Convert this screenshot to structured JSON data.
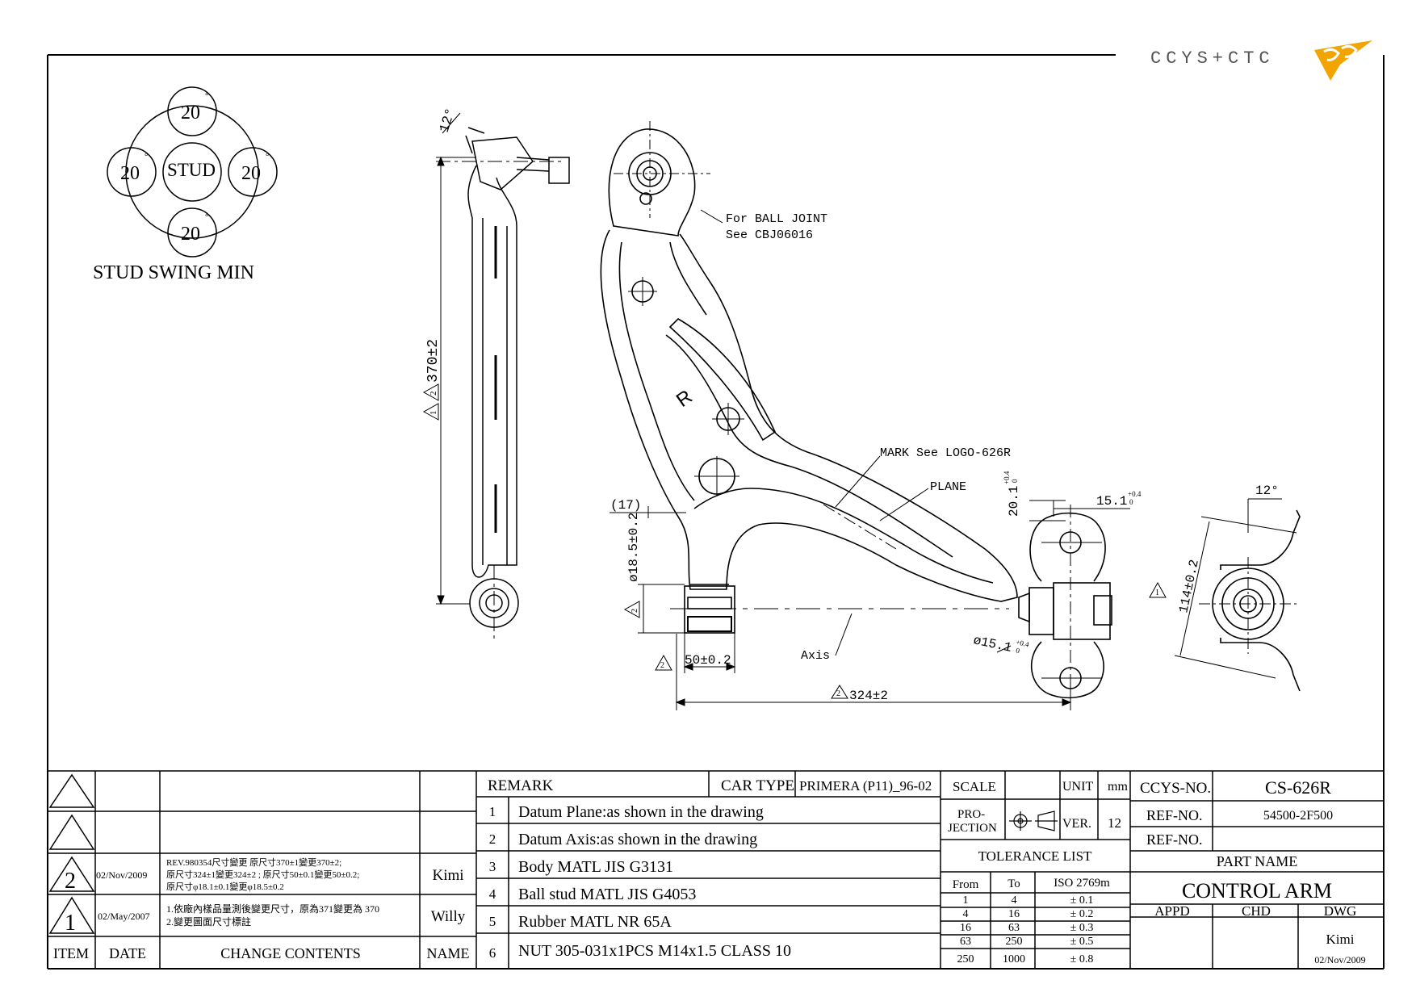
{
  "logo": {
    "text": "CCYS+CTC"
  },
  "stud_swing": {
    "top": "20",
    "left": "20",
    "right": "20",
    "bottom": "20",
    "degree_mark": "°",
    "center": "STUD",
    "caption": "STUD SWING MIN"
  },
  "notes": {
    "angle_top": "12°",
    "ball_joint_line1": "For BALL JOINT",
    "ball_joint_line2": "See CBJ06016",
    "mark_logo": "MARK See LOGO-626R",
    "plane": "PLANE",
    "axis": "Axis",
    "r_mark": "R"
  },
  "dims": {
    "length_370": "370±2",
    "dim_17": "(17)",
    "dia_18_5": "ø18.5±0.2",
    "dim_50": "50±0.2",
    "dim_324": "324±2",
    "dim_20_1": "20.1",
    "dim_20_1_tol_upper": "+0.4",
    "dim_20_1_tol_lower": "0",
    "dim_15_1": "15.1",
    "dim_15_1_tol_upper": "+0.4",
    "dim_15_1_tol_lower": "0",
    "dia_15_1": "ø15.1",
    "dia_15_1_tol_upper": "+0.4",
    "dia_15_1_tol_lower": "0",
    "dim_114": "114±0.2",
    "angle_right": "12°",
    "rev_1": "1",
    "rev_2": "2"
  },
  "revisions": {
    "rows": [
      {
        "item": "2",
        "date": "02/Nov/2009",
        "change_line1": "REV.980354尺寸變更  原尺寸370±1變更370±2;",
        "change_line2": "原尺寸324±1變更324±2 ; 原尺寸50±0.1變更50±0.2;",
        "change_line3": "原尺寸φ18.1±0.1變更φ18.5±0.2",
        "name": "Kimi"
      },
      {
        "item": "1",
        "date": "02/May/2007",
        "change_line1": "1.依廠內樣品量測後變更尺寸，原為371變更為 370",
        "change_line2": "2.變更圖面尺寸標註",
        "name": "Willy"
      }
    ],
    "headers": {
      "item": "ITEM",
      "date": "DATE",
      "change": "CHANGE CONTENTS",
      "name": "NAME"
    }
  },
  "remark": {
    "title": "REMARK",
    "car_type_label": "CAR TYPE",
    "car_type": "PRIMERA (P11)_96-02",
    "items": [
      {
        "n": "1",
        "text": "Datum Plane:as shown in the drawing"
      },
      {
        "n": "2",
        "text": "Datum Axis:as shown in the drawing"
      },
      {
        "n": "3",
        "text": "Body MATL JIS G3131"
      },
      {
        "n": "4",
        "text": "Ball stud MATL JIS G4053"
      },
      {
        "n": "5",
        "text": "Rubber MATL NR 65A"
      },
      {
        "n": "6",
        "text": "NUT 305-031x1PCS M14x1.5 CLASS 10"
      }
    ]
  },
  "title_block": {
    "scale_label": "SCALE",
    "unit_label": "UNIT",
    "unit": "mm",
    "projection_line1": "PRO-",
    "projection_line2": "JECTION",
    "ver_label": "VER.",
    "ver": "12",
    "ccys_no_label": "CCYS-NO.",
    "ccys_no": "CS-626R",
    "ref_no_label": "REF-NO.",
    "ref_no": "54500-2F500",
    "ref_no_label2": "REF-NO.",
    "ref_no2": "",
    "tolerance_title": "TOLERANCE LIST",
    "tol_headers": {
      "from": "From",
      "to": "To",
      "iso": "ISO 2769m"
    },
    "tolerances": [
      {
        "from": "1",
        "to": "4",
        "tol": "± 0.1"
      },
      {
        "from": "4",
        "to": "16",
        "tol": "± 0.2"
      },
      {
        "from": "16",
        "to": "63",
        "tol": "± 0.3"
      },
      {
        "from": "63",
        "to": "250",
        "tol": "± 0.5"
      },
      {
        "from": "250",
        "to": "1000",
        "tol": "± 0.8"
      }
    ],
    "part_name_label": "PART NAME",
    "part_name": "CONTROL ARM",
    "appd": "APPD",
    "chd": "CHD",
    "dwg": "DWG",
    "drawn_by": "Kimi",
    "drawn_date": "02/Nov/2009"
  }
}
